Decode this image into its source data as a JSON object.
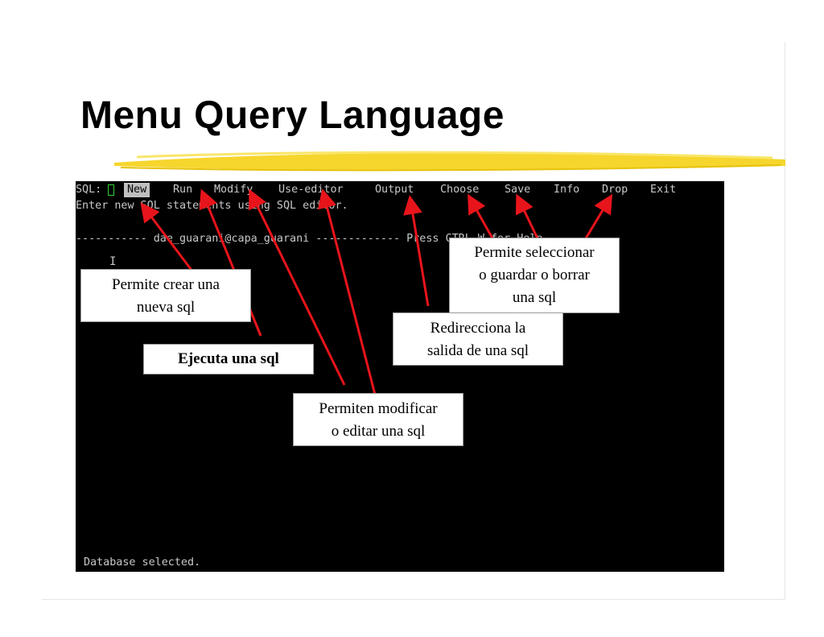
{
  "slide": {
    "title": "Menu Query Language",
    "accent_color": "#f5d31b",
    "arrow_color": "#e8141b"
  },
  "terminal": {
    "prompt": "SQL:",
    "menu": [
      "New",
      "Run",
      "Modify",
      "Use-editor",
      "Output",
      "Choose",
      "Save",
      "Info",
      "Drop",
      "Exit"
    ],
    "selected": "New",
    "hint_line": "Enter new SQL statements using SQL editor.",
    "separator_line": "----------- dae_guarani@capa_guarani ------------- Press CTRL-W for Help --------",
    "status_line": "Database selected."
  },
  "callouts": {
    "new": {
      "line1": "Permite crear una",
      "line2": "nueva sql"
    },
    "run": {
      "line1": "Ejecuta una sql"
    },
    "modify": {
      "line1": "Permiten modificar",
      "line2": "o editar una sql"
    },
    "output": {
      "line1": "Redirecciona la",
      "line2": "salida de una sql"
    },
    "choose": {
      "line1": "Permite seleccionar",
      "line2": "o guardar o borrar",
      "line3": "una sql"
    }
  }
}
